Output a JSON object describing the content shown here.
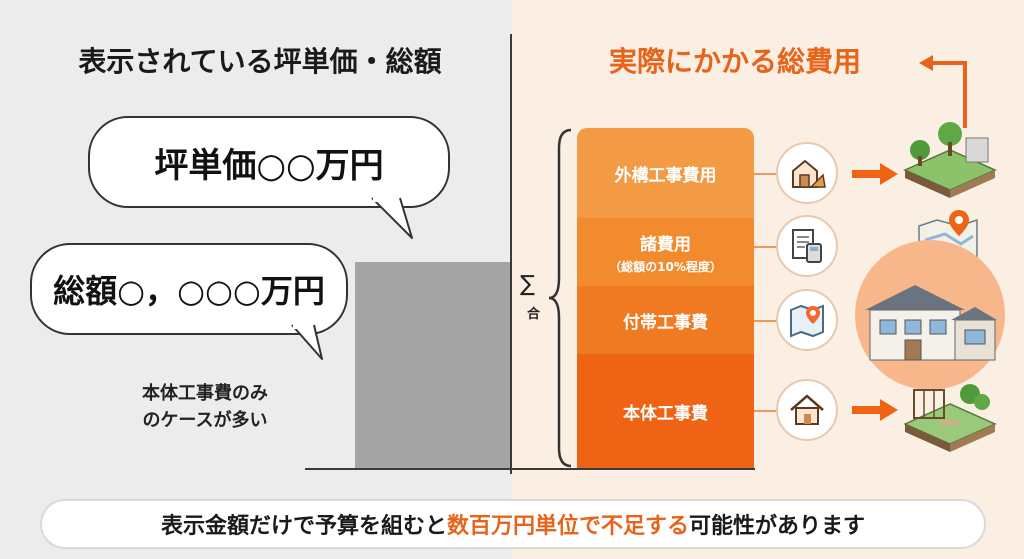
{
  "left": {
    "title": "表示されている坪単価・総額",
    "bubble_unit_price": "坪単価○○万円",
    "bubble_total": "総額○，○○○万円",
    "note_line1": "本体工事費のみ",
    "note_line2": "のケースが多い"
  },
  "right": {
    "title": "実際にかかる総費用",
    "sigma": "∑",
    "sigma_sub": "合",
    "segments": [
      {
        "label": "外構工事費用",
        "sub": ""
      },
      {
        "label": "諸費用",
        "sub": "（総額の10%程度）"
      },
      {
        "label": "付帯工事費",
        "sub": ""
      },
      {
        "label": "本体工事費",
        "sub": ""
      }
    ]
  },
  "footer": {
    "pre": "表示金額だけで予算を組むと",
    "highlight": "数百万円単位で不足する",
    "post": "可能性があります"
  },
  "colors": {
    "accent": "#e8641b",
    "seg1": "#f39a45",
    "seg2": "#f28b2e",
    "seg3": "#f07a22",
    "seg4": "#ee6414"
  }
}
